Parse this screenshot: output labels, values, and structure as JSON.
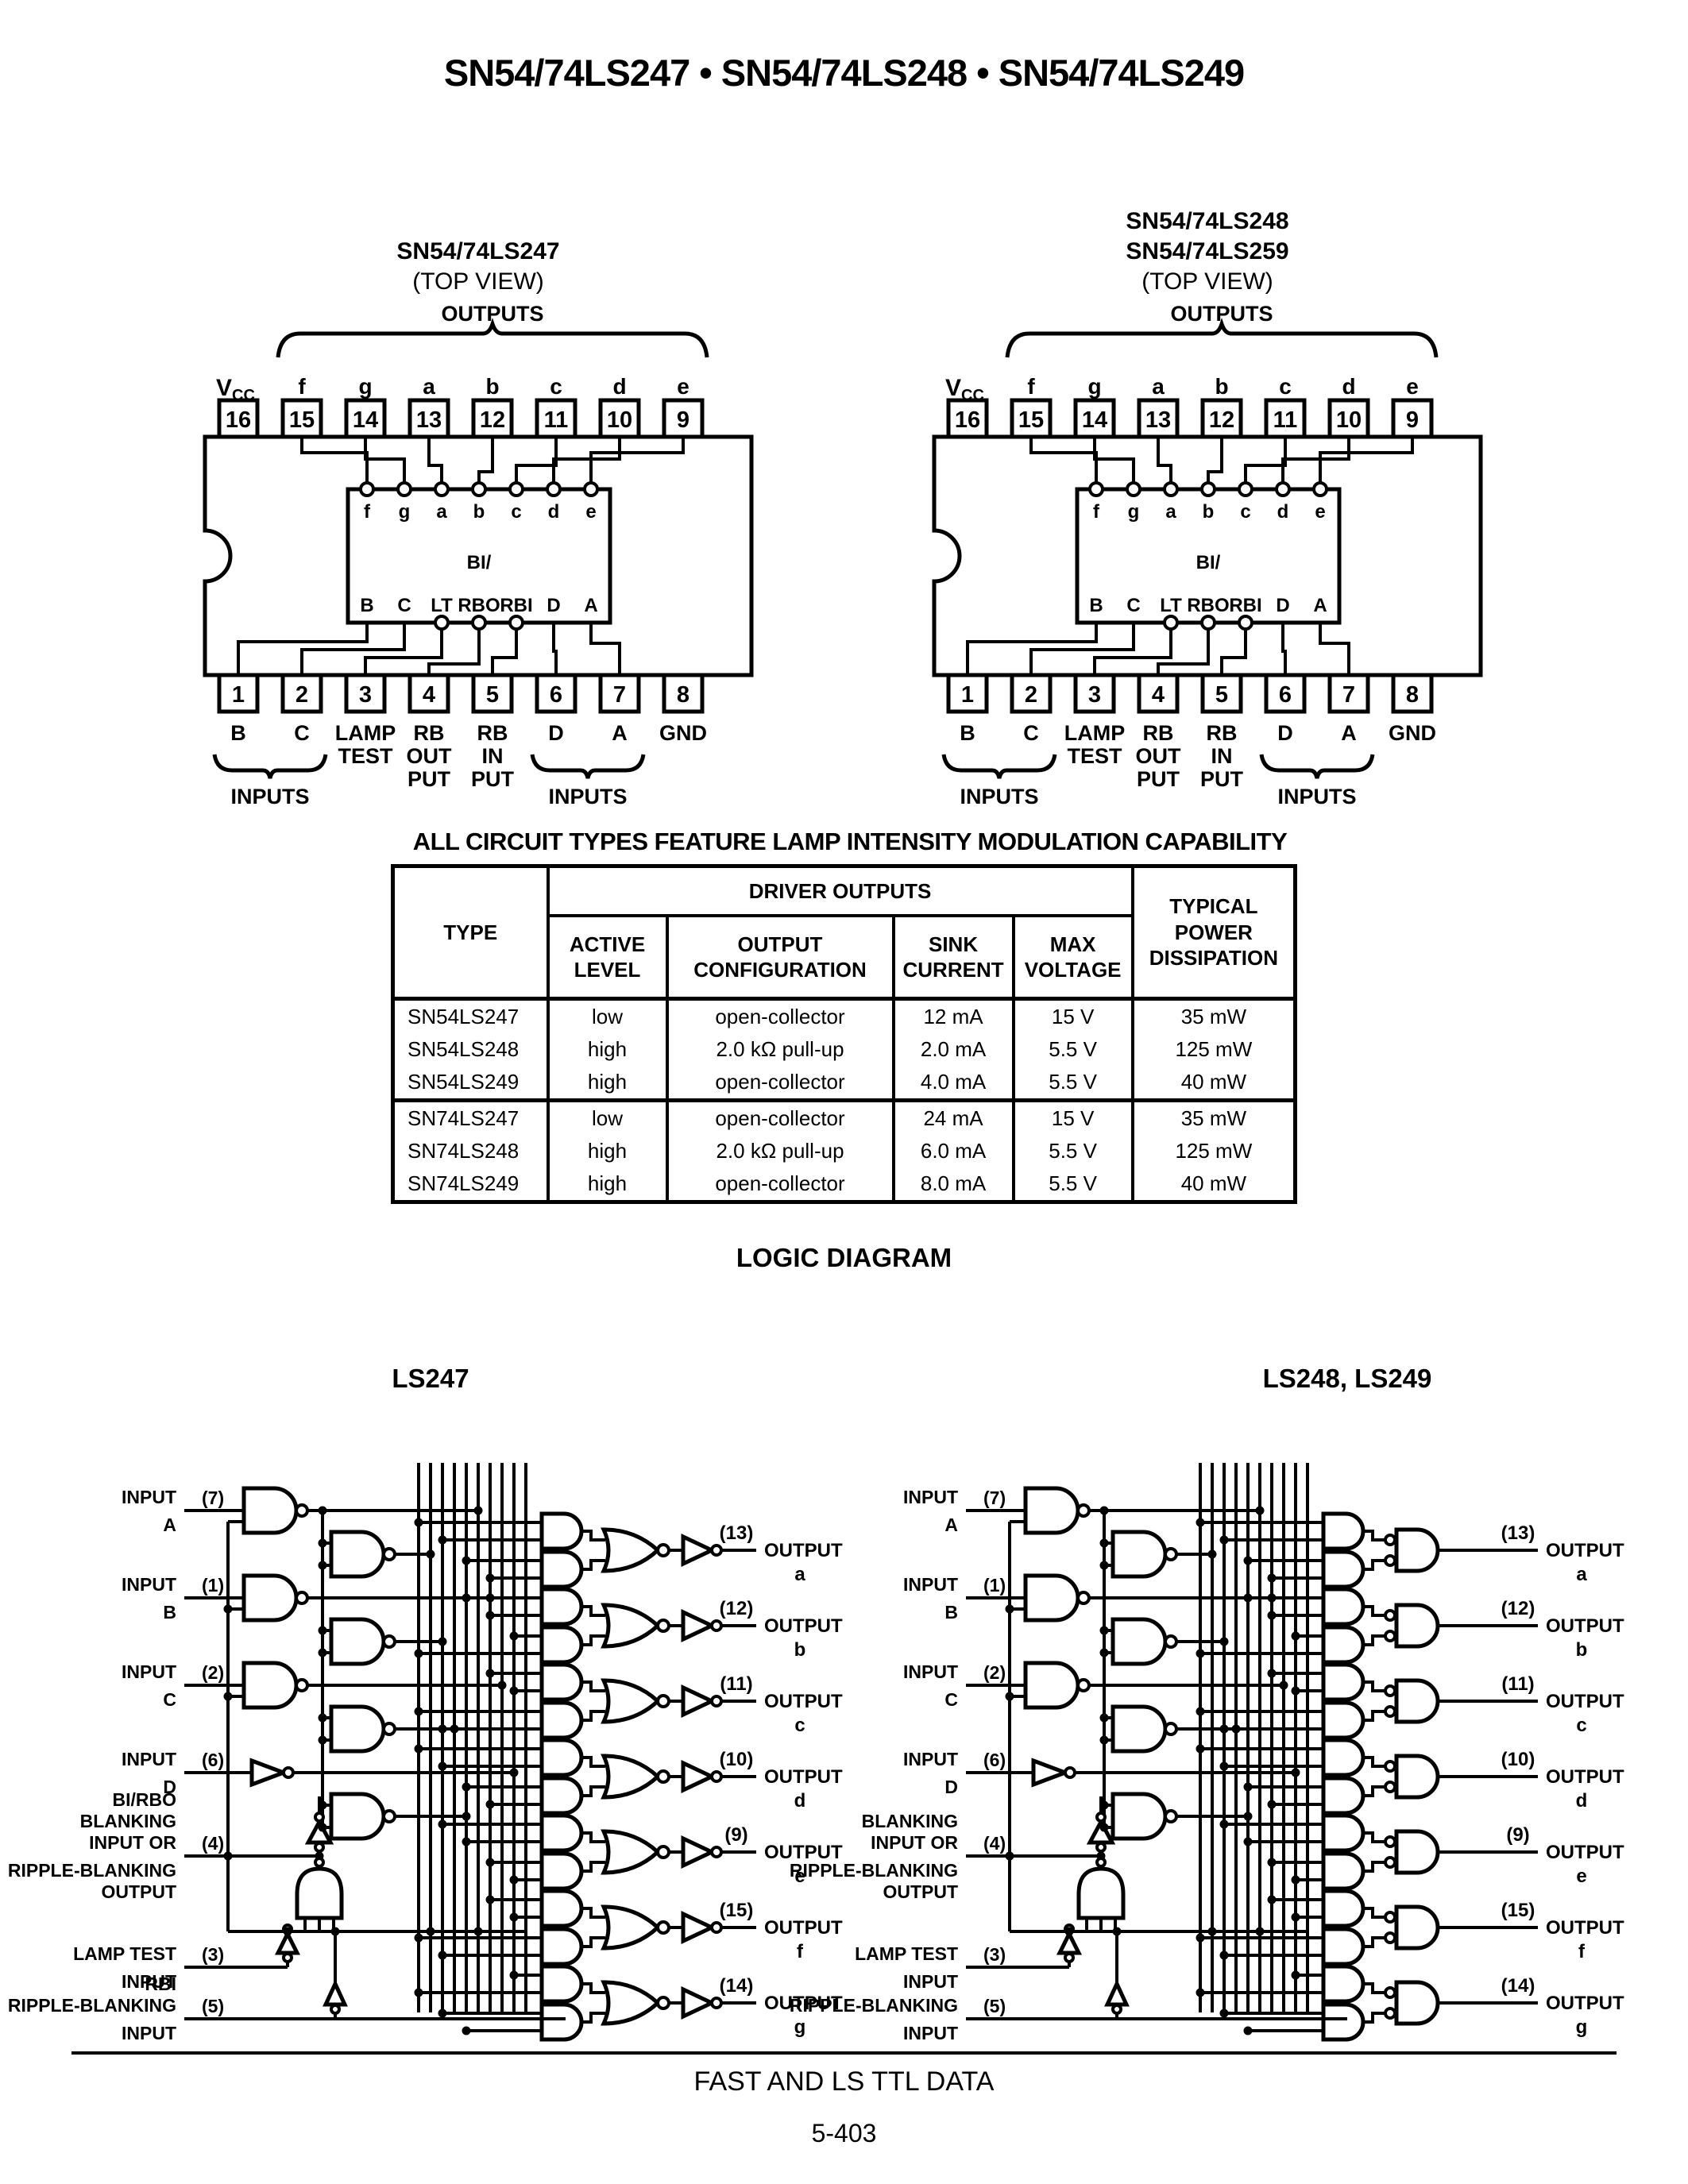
{
  "colors": {
    "ink": "#000000",
    "paper": "#ffffff"
  },
  "page": {
    "title": "SN54/74LS247 • SN54/74LS248 • SN54/74LS249",
    "footer": {
      "line1": "FAST AND LS TTL DATA",
      "line2": "5-403"
    }
  },
  "pinouts": {
    "left": {
      "title_lines": [
        "SN54/74LS247"
      ],
      "topview": "(TOP VIEW)"
    },
    "right": {
      "title_lines": [
        "SN54/74LS248",
        "SN54/74LS259"
      ],
      "topview": "(TOP VIEW)"
    },
    "common": {
      "outputs_label": "OUTPUTS",
      "inputs_label": "INPUTS",
      "vcc_label": "V",
      "vcc_sub": "CC",
      "top_pins": [
        {
          "num": "16",
          "letter": ""
        },
        {
          "num": "15",
          "letter": "f"
        },
        {
          "num": "14",
          "letter": "g"
        },
        {
          "num": "13",
          "letter": "a"
        },
        {
          "num": "12",
          "letter": "b"
        },
        {
          "num": "11",
          "letter": "c"
        },
        {
          "num": "10",
          "letter": "d"
        },
        {
          "num": "9",
          "letter": "e"
        }
      ],
      "bottom_pins": [
        {
          "num": "1",
          "lines": [
            "B"
          ]
        },
        {
          "num": "2",
          "lines": [
            "C"
          ]
        },
        {
          "num": "3",
          "lines": [
            "LAMP",
            "TEST"
          ]
        },
        {
          "num": "4",
          "lines": [
            "RB",
            "OUT",
            "PUT"
          ]
        },
        {
          "num": "5",
          "lines": [
            "RB",
            "IN",
            "PUT"
          ]
        },
        {
          "num": "6",
          "lines": [
            "D"
          ]
        },
        {
          "num": "7",
          "lines": [
            "A"
          ]
        },
        {
          "num": "8",
          "lines": [
            "GND"
          ]
        }
      ],
      "inner": {
        "top_letters": [
          "f",
          "g",
          "a",
          "b",
          "c",
          "d",
          "e"
        ],
        "mid": "BI/",
        "bottom_labels": [
          "B",
          "C",
          "LT",
          "RBO",
          "RBI",
          "D",
          "A"
        ]
      }
    }
  },
  "table": {
    "caption": "ALL CIRCUIT TYPES FEATURE LAMP INTENSITY MODULATION CAPABILITY",
    "group_header": "DRIVER OUTPUTS",
    "col_headers": [
      [
        "TYPE"
      ],
      [
        "ACTIVE",
        "LEVEL"
      ],
      [
        "OUTPUT",
        "CONFIGURATION"
      ],
      [
        "SINK",
        "CURRENT"
      ],
      [
        "MAX",
        "VOLTAGE"
      ],
      [
        "TYPICAL",
        "POWER",
        "DISSIPATION"
      ]
    ],
    "groups": [
      {
        "rows": [
          [
            "SN54LS247",
            "low",
            "open-collector",
            "12 mA",
            "15 V",
            "35 mW"
          ],
          [
            "SN54LS248",
            "high",
            "2.0 kΩ pull-up",
            "2.0 mA",
            "5.5 V",
            "125 mW"
          ],
          [
            "SN54LS249",
            "high",
            "open-collector",
            "4.0 mA",
            "5.5 V",
            "40 mW"
          ]
        ]
      },
      {
        "rows": [
          [
            "SN74LS247",
            "low",
            "open-collector",
            "24 mA",
            "15 V",
            "35 mW"
          ],
          [
            "SN74LS248",
            "high",
            "2.0 kΩ pull-up",
            "6.0 mA",
            "5.5 V",
            "125 mW"
          ],
          [
            "SN74LS249",
            "high",
            "open-collector",
            "8.0 mA",
            "5.5 V",
            "40 mW"
          ]
        ]
      }
    ]
  },
  "logic": {
    "heading": "LOGIC DIAGRAM",
    "output_word": "OUTPUT",
    "outputs": [
      {
        "pin": "(13)",
        "seg": "a"
      },
      {
        "pin": "(12)",
        "seg": "b"
      },
      {
        "pin": "(11)",
        "seg": "c"
      },
      {
        "pin": "(10)",
        "seg": "d"
      },
      {
        "pin": "(9)",
        "seg": "e"
      },
      {
        "pin": "(15)",
        "seg": "f"
      },
      {
        "pin": "(14)",
        "seg": "g"
      }
    ],
    "left": {
      "title": "LS247",
      "inputs": [
        {
          "lines": [
            "INPUT",
            "A"
          ],
          "pin": "(7)",
          "pin_line": 0
        },
        {
          "lines": [
            "INPUT",
            "B"
          ],
          "pin": "(1)",
          "pin_line": 0
        },
        {
          "lines": [
            "INPUT",
            "C"
          ],
          "pin": "(2)",
          "pin_line": 0
        },
        {
          "lines": [
            "INPUT",
            "D"
          ],
          "pin": "(6)",
          "pin_line": 0
        },
        {
          "lines": [
            "BI/RBO",
            "BLANKING",
            "INPUT OR",
            "RIPPLE-BLANKING",
            "OUTPUT"
          ],
          "pin": "(4)",
          "pin_line": 2
        },
        {
          "lines": [
            "LAMP TEST",
            "INPUT"
          ],
          "pin": "(3)",
          "pin_line": 0
        },
        {
          "lines": [
            "RBI",
            "RIPPLE-BLANKING",
            "INPUT"
          ],
          "pin": "(5)",
          "pin_line": 1
        }
      ]
    },
    "right": {
      "title": "LS248, LS249",
      "inputs": [
        {
          "lines": [
            "INPUT",
            "A"
          ],
          "pin": "(7)",
          "pin_line": 0
        },
        {
          "lines": [
            "INPUT",
            "B"
          ],
          "pin": "(1)",
          "pin_line": 0
        },
        {
          "lines": [
            "INPUT",
            "C"
          ],
          "pin": "(2)",
          "pin_line": 0
        },
        {
          "lines": [
            "INPUT",
            "D"
          ],
          "pin": "(6)",
          "pin_line": 0
        },
        {
          "lines": [
            "BLANKING",
            "INPUT OR",
            "RIPPLE-BLANKING",
            "OUTPUT"
          ],
          "pin": "(4)",
          "pin_line": 1
        },
        {
          "lines": [
            "LAMP TEST",
            "INPUT"
          ],
          "pin": "(3)",
          "pin_line": 0
        },
        {
          "lines": [
            "RIPPLE-BLANKING",
            "INPUT"
          ],
          "pin": "(5)",
          "pin_line": 0
        }
      ]
    }
  }
}
